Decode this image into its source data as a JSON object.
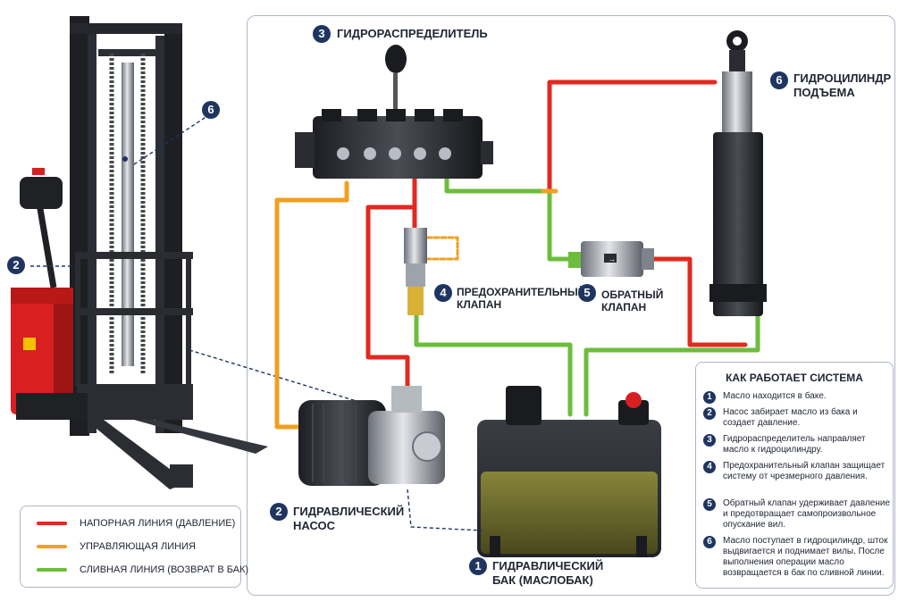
{
  "colors": {
    "pressure": "#e02a1f",
    "control": "#f0a020",
    "drain": "#6cbd3c",
    "badge": "#1f3560",
    "forklift_red": "#d82020"
  },
  "callouts": [
    {
      "num": "1",
      "text": "ГИДРАВЛИЧЕСКИЙ\nБАК (МАСЛОБАК)"
    },
    {
      "num": "2",
      "text": "ГИДРАВЛИЧЕСКИЙ\nНАСОС"
    },
    {
      "num": "3",
      "text": "ГИДРОРАСПРЕДЕЛИТЕЛЬ"
    },
    {
      "num": "4",
      "text": "ПРЕДОХРАНИТЕЛЬНЫЙ\nКЛАПАН"
    },
    {
      "num": "5",
      "text": "ОБРАТНЫЙ\nКЛАПАН"
    },
    {
      "num": "6",
      "text": "ГИДРОЦИЛИНДР\nПОДЪЕМА"
    }
  ],
  "forklift_markers": [
    "2",
    "6"
  ],
  "legend": [
    {
      "label": "НАПОРНАЯ ЛИНИЯ (ДАВЛЕНИЕ)",
      "color": "#e02a1f"
    },
    {
      "label": "УПРАВЛЯЮЩАЯ ЛИНИЯ",
      "color": "#f0a020"
    },
    {
      "label": "СЛИВНАЯ ЛИНИЯ (ВОЗВРАТ В БАК)",
      "color": "#6cbd3c"
    }
  ],
  "how_it_works": {
    "title": "КАК РАБОТАЕТ СИСТЕМА",
    "steps": [
      {
        "num": "1",
        "text": "Масло находится в баке."
      },
      {
        "num": "2",
        "text": "Насос забирает масло из бака и создает давление."
      },
      {
        "num": "3",
        "text": "Гидрораспределитель направляет масло к гидроцилиндру."
      },
      {
        "num": "4",
        "text": "Предохранительный клапан защищает систему от чрезмерного давления."
      },
      {
        "num": "5",
        "text": "Обратный клапан удерживает давление и предотвращает самопроизвольное опускание вил."
      },
      {
        "num": "6",
        "text": "Масло поступает в гидроцилиндр, шток выдвигается и поднимает вилы. После выполнения операции масло возвращается в бак по сливной линии."
      }
    ]
  }
}
